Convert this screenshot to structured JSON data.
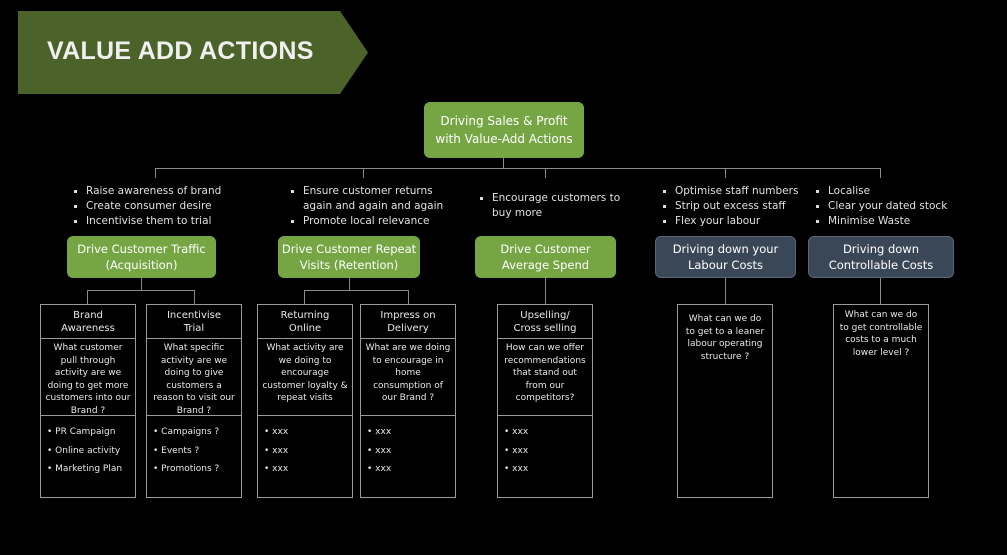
{
  "title": "VALUE ADD ACTIONS",
  "root": "Driving Sales & Profit\nwith Value-Add Actions",
  "branches": [
    {
      "bullets": [
        "Raise awareness of brand",
        "Create consumer desire",
        "Incentivise them to trial"
      ],
      "label": "Drive Customer Traffic\n(Acquisition)"
    },
    {
      "bullets": [
        "Ensure customer returns again and again and again",
        "Promote local relevance"
      ],
      "label": "Drive Customer Repeat\nVisits (Retention)"
    },
    {
      "bullets": [
        "Encourage customers to buy more"
      ],
      "label": "Drive  Customer\nAverage Spend"
    },
    {
      "bullets": [
        "Optimise staff numbers",
        "Strip out excess staff",
        "Flex your labour"
      ],
      "label": "Driving down your\nLabour Costs"
    },
    {
      "bullets": [
        "Localise",
        "Clear your dated stock",
        "Minimise Waste"
      ],
      "label": "Driving down\nControllable Costs"
    }
  ],
  "subs": [
    {
      "title": "Brand\nAwareness",
      "question": "What customer pull through activity are we doing to get more customers into our Brand ?",
      "items": [
        "PR Campaign",
        "Online activity",
        "Marketing Plan"
      ]
    },
    {
      "title": "Incentivise\nTrial",
      "question": "What specific activity are we doing to give customers a reason to visit our Brand ?",
      "items": [
        "Campaigns ?",
        "Events ?",
        "Promotions ?"
      ]
    },
    {
      "title": "Returning\nOnline",
      "question": "What activity are we doing to encourage customer loyalty & repeat visits",
      "items": [
        "xxx",
        "xxx",
        "xxx"
      ]
    },
    {
      "title": "Impress on\nDelivery",
      "question": "What are we doing to encourage in home consumption of our Brand ?",
      "items": [
        "xxx",
        "xxx",
        "xxx"
      ]
    },
    {
      "title": "Upselling/\nCross selling",
      "question": "How can we offer recommendations that stand out from our competitors?",
      "items": [
        "xxx",
        "xxx",
        "xxx"
      ]
    },
    {
      "question": "What can we do to get to a leaner labour operating structure ?"
    },
    {
      "question": "What can we do to get controllable costs to a much lower level ?"
    }
  ],
  "colors": {
    "banner": "#4b6329",
    "green": "#76a544",
    "slate": "#3a4756"
  }
}
